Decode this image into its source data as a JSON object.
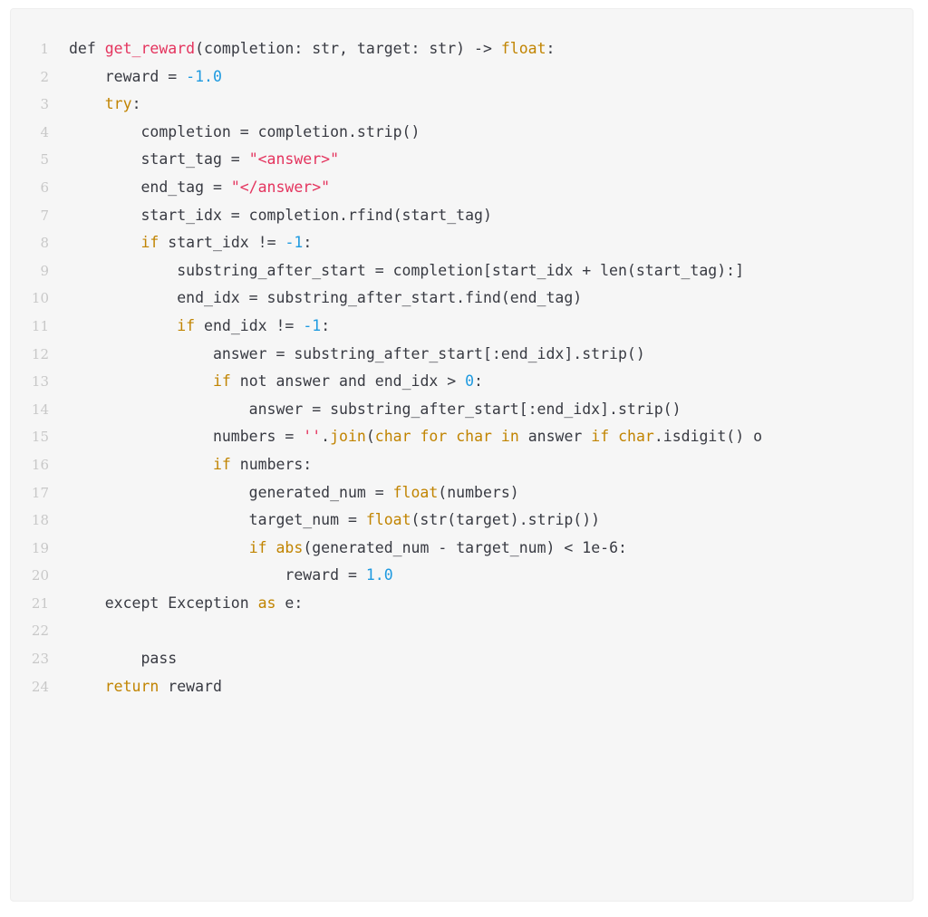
{
  "colors": {
    "background": "#f6f6f6",
    "plain": "#383a42",
    "keyword": "#c18401",
    "function": "#e4345e",
    "number": "#1e9ae0",
    "string": "#e4345e",
    "line_number": "#c8c8c8"
  },
  "code": {
    "lines": [
      {
        "n": "1",
        "tokens": [
          [
            "p",
            "def "
          ],
          [
            "fn",
            "get_reward"
          ],
          [
            "p",
            "(completion: str, target: str) -> "
          ],
          [
            "kw",
            "float"
          ],
          [
            "p",
            ":"
          ]
        ]
      },
      {
        "n": "2",
        "tokens": [
          [
            "p",
            "    reward = "
          ],
          [
            "num",
            "-1.0"
          ]
        ]
      },
      {
        "n": "3",
        "tokens": [
          [
            "p",
            "    "
          ],
          [
            "kw",
            "try"
          ],
          [
            "p",
            ":"
          ]
        ]
      },
      {
        "n": "4",
        "tokens": [
          [
            "p",
            "        completion = completion.strip()"
          ]
        ]
      },
      {
        "n": "5",
        "tokens": [
          [
            "p",
            "        start_tag = "
          ],
          [
            "str",
            "\"<answer>\""
          ]
        ]
      },
      {
        "n": "6",
        "tokens": [
          [
            "p",
            "        end_tag = "
          ],
          [
            "str",
            "\"</answer>\""
          ]
        ]
      },
      {
        "n": "7",
        "tokens": [
          [
            "p",
            "        start_idx = completion.rfind(start_tag)"
          ]
        ]
      },
      {
        "n": "8",
        "tokens": [
          [
            "p",
            "        "
          ],
          [
            "kw",
            "if"
          ],
          [
            "p",
            " start_idx != "
          ],
          [
            "num",
            "-1"
          ],
          [
            "p",
            ":"
          ]
        ]
      },
      {
        "n": "9",
        "tokens": [
          [
            "p",
            "            substring_after_start = completion[start_idx + len(start_tag):]"
          ]
        ]
      },
      {
        "n": "10",
        "tokens": [
          [
            "p",
            "            end_idx = substring_after_start.find(end_tag)"
          ]
        ]
      },
      {
        "n": "11",
        "tokens": [
          [
            "p",
            "            "
          ],
          [
            "kw",
            "if"
          ],
          [
            "p",
            " end_idx != "
          ],
          [
            "num",
            "-1"
          ],
          [
            "p",
            ":"
          ]
        ]
      },
      {
        "n": "12",
        "tokens": [
          [
            "p",
            "                answer = substring_after_start[:end_idx].strip()"
          ]
        ]
      },
      {
        "n": "13",
        "tokens": [
          [
            "p",
            "                "
          ],
          [
            "kw",
            "if"
          ],
          [
            "p",
            " not answer and end_idx > "
          ],
          [
            "num",
            "0"
          ],
          [
            "p",
            ":"
          ]
        ]
      },
      {
        "n": "14",
        "tokens": [
          [
            "p",
            "                    answer = substring_after_start[:end_idx].strip()"
          ]
        ]
      },
      {
        "n": "15",
        "tokens": [
          [
            "p",
            "                numbers = "
          ],
          [
            "str",
            "''"
          ],
          [
            "p",
            "."
          ],
          [
            "kw",
            "join"
          ],
          [
            "p",
            "("
          ],
          [
            "kw",
            "char"
          ],
          [
            "p",
            " "
          ],
          [
            "kw",
            "for"
          ],
          [
            "p",
            " "
          ],
          [
            "kw",
            "char"
          ],
          [
            "p",
            " "
          ],
          [
            "kw",
            "in"
          ],
          [
            "p",
            " answer "
          ],
          [
            "kw",
            "if"
          ],
          [
            "p",
            " "
          ],
          [
            "kw",
            "char"
          ],
          [
            "p",
            ".isdigit() o"
          ]
        ]
      },
      {
        "n": "16",
        "tokens": [
          [
            "p",
            "                "
          ],
          [
            "kw",
            "if"
          ],
          [
            "p",
            " numbers:"
          ]
        ]
      },
      {
        "n": "17",
        "tokens": [
          [
            "p",
            "                    generated_num = "
          ],
          [
            "kw",
            "float"
          ],
          [
            "p",
            "(numbers)"
          ]
        ]
      },
      {
        "n": "18",
        "tokens": [
          [
            "p",
            "                    target_num = "
          ],
          [
            "kw",
            "float"
          ],
          [
            "p",
            "(str(target).strip())"
          ]
        ]
      },
      {
        "n": "19",
        "tokens": [
          [
            "p",
            "                    "
          ],
          [
            "kw",
            "if"
          ],
          [
            "p",
            " "
          ],
          [
            "kw",
            "abs"
          ],
          [
            "p",
            "(generated_num - target_num) < 1e-6:"
          ]
        ]
      },
      {
        "n": "20",
        "tokens": [
          [
            "p",
            "                        reward = "
          ],
          [
            "num",
            "1.0"
          ]
        ]
      },
      {
        "n": "21",
        "tokens": [
          [
            "p",
            "    except Exception "
          ],
          [
            "kw",
            "as"
          ],
          [
            "p",
            " e:"
          ]
        ]
      },
      {
        "n": "22",
        "tokens": []
      },
      {
        "n": "23",
        "tokens": [
          [
            "p",
            "        pass"
          ]
        ]
      },
      {
        "n": "24",
        "tokens": [
          [
            "p",
            "    "
          ],
          [
            "kw",
            "return"
          ],
          [
            "p",
            " reward"
          ]
        ]
      }
    ]
  }
}
